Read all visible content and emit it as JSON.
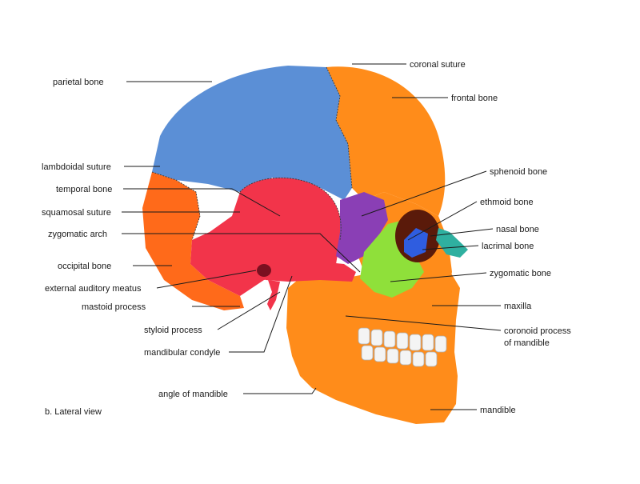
{
  "caption": "b. Lateral view",
  "bones": {
    "parietal": "#5b8fd6",
    "frontal": "#ff8c1a",
    "temporal": "#f2344a",
    "occipital": "#ff6a1a",
    "sphenoid": "#8a3fb5",
    "zygomatic": "#8fe03a",
    "ethmoid": "#2f5de0",
    "nasal": "#2fb0a0",
    "maxilla_mandible": "#ff8c1a"
  },
  "labels": {
    "coronal_suture": "coronal suture",
    "frontal_bone": "frontal bone",
    "parietal_bone": "parietal bone",
    "lambdoidal_suture": "lambdoidal suture",
    "temporal_bone": "temporal bone",
    "squamosal_suture": "squamosal suture",
    "zygomatic_arch": "zygomatic arch",
    "occipital_bone": "occipital bone",
    "external_auditory_meatus": "external auditory meatus",
    "mastoid_process": "mastoid process",
    "styloid_process": "styloid process",
    "mandibular_condyle": "mandibular condyle",
    "angle_of_mandible": "angle of mandible",
    "sphenoid_bone": "sphenoid bone",
    "ethmoid_bone": "ethmoid bone",
    "nasal_bone": "nasal bone",
    "lacrimal_bone": "lacrimal bone",
    "zygomatic_bone": "zygomatic bone",
    "maxilla": "maxilla",
    "coronoid_process_line1": "coronoid process",
    "coronoid_process_line2": "of mandible",
    "mandible": "mandible"
  }
}
